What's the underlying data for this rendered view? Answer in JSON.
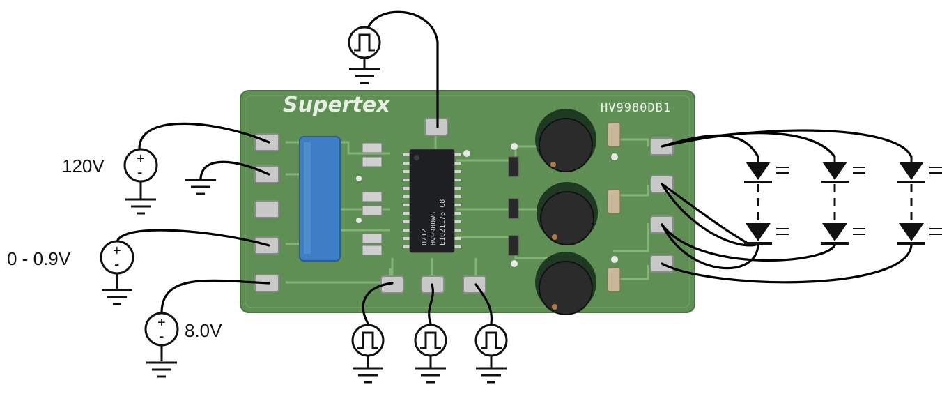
{
  "board": {
    "brand": "Supertex",
    "part_number": "HV9980DB1",
    "ic_marking": [
      "0712",
      "HV9980WG",
      "E1021176 C8"
    ],
    "board_color": "#5f8f54"
  },
  "sources": {
    "v120": "120V",
    "vadj": "0 - 0.9V",
    "v8": "8.0V"
  },
  "led_array": {
    "columns": 3,
    "rows": 2
  }
}
